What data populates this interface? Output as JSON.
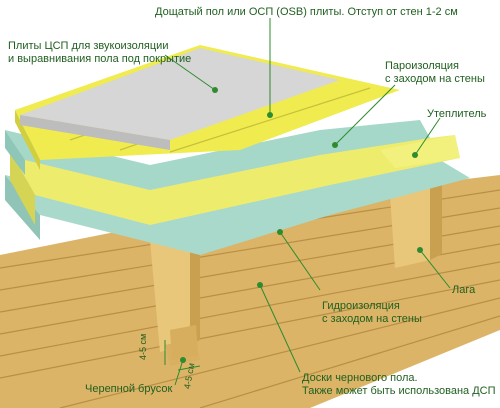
{
  "colors": {
    "label_text": "#1f5f1f",
    "leader_line": "#2e8b2e",
    "leader_dot": "#2e8b2e",
    "board_top": "#d8d8d8",
    "insulation": "#f0ee6a",
    "membrane": "#a9dccd",
    "wood": "#e2bf6c"
  },
  "labels": {
    "top_board": "Дощатый пол или ОСП (OSB) плиты. Отступ от стен 1-2 см",
    "dsp_line1": "Плиты ЦСП для звукоизоляции",
    "dsp_line2": "и выравнивания пола под покрытие",
    "vapor_line1": "Пароизоляция",
    "vapor_line2": "с заходом на стены",
    "insulation": "Утеплитель",
    "joist": "Лага",
    "water_line1": "Гидроизоляция",
    "water_line2": "с заходом на стены",
    "subfloor_line1": "Доски чернового пола.",
    "subfloor_line2": "Также может быть использована ДСП",
    "cranial_bar": "Черепной брусок",
    "dim_vertical": "4-5 см",
    "dim_horizontal": "4-5 см"
  }
}
